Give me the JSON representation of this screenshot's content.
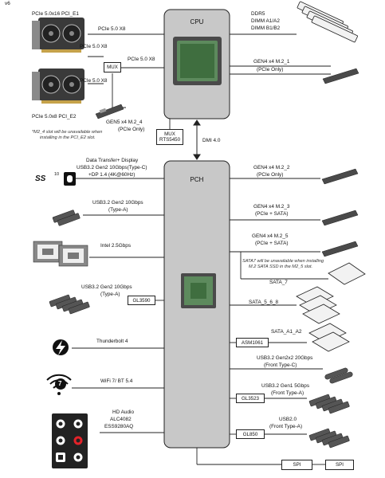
{
  "page": {
    "corner_label": "v6"
  },
  "cpu": {
    "label": "CPU"
  },
  "pch": {
    "label": "PCH"
  },
  "links": {
    "cpu_pch": "DMI 4.0"
  },
  "mux": {
    "top": "MUX",
    "bottom_line1": "MUX",
    "bottom_line2": "RTS5450"
  },
  "left": {
    "pcie_e1": "PCIe 5.0x16 PCI_E1",
    "pcie_x8_top": "PCIe 5.0 X8",
    "pcie_x8_mid1": "PCIe 5.0 X8",
    "pcie_x8_mid2": "PCIe 5.0 X8",
    "pcie_x8_mid3": "PCIe 5.0 X8",
    "pcie_e2": "PCIe 5.0x8 PCI_E2",
    "m2_4_line1": "GEN5 x4 M.2_4",
    "m2_4_line2": "(PCIe Only)",
    "m2_4_note_line1": "*M2_4 slot will be unavailable when",
    "m2_4_note_line2": "installing in the PCI_E2 slot.",
    "dp_line1": "Data Transfer+ Display",
    "dp_line2": "USB3.2 Gen2 10Gbps(Type-C)",
    "dp_line3": "+DP 1.4 (4K@60Hz)",
    "ss_logo": "SS",
    "ss_num": "10",
    "usb_a1_line1": "USB3.2 Gen2 10Gbps",
    "usb_a1_line2": "(Type-A)",
    "lan": "Intel 2.5Gbps",
    "usb_a2_line1": "USB3.2 Gen2 10Gbps",
    "usb_a2_line2": "(Type-A)",
    "gl3590": "GL3590",
    "thunderbolt": "Thunderbolt 4",
    "wifi": "WiFi 7/ BT 5.4",
    "wifi_badge": "7",
    "audio_line1": "HD Audio",
    "audio_line2": "ALC4082",
    "audio_line3": "ESS9280AQ"
  },
  "right": {
    "ddr_line1": "DDR5",
    "ddr_line2": "DIMM A1/A2",
    "ddr_line3": "DIMM B1/B2",
    "m2_1_line1": "GEN4 x4 M.2_1",
    "m2_1_line2": "(PCIe Only)",
    "m2_2_line1": "GEN4 x4 M.2_2",
    "m2_2_line2": "(PCIe Only)",
    "m2_3_line1": "GEN4 x4 M.2_3",
    "m2_3_line2": "(PCIe + SATA)",
    "m2_5_line1": "GEN4 x4 M.2_5",
    "m2_5_line2": "(PCIe + SATA)",
    "sata7_note_line1": "SATA7 will be unavailable when installing",
    "sata7_note_line2": "M.2 SATA SSD in the M2_5 slot.",
    "sata7": "SATA_7",
    "sata568": "SATA_5_6_8",
    "sata_a": "SATA_A1_A2",
    "asm1061": "ASM1061",
    "usb_c_line1": "USB3.2 Gen2x2 20Gbps",
    "usb_c_line2": "(Front Type-C)",
    "usb_5g_line1": "USB3.2 Gen1 5Gbps",
    "usb_5g_line2": "(Front Type-A)",
    "gl3523": "GL3523",
    "usb2_line1": "USB2.0",
    "usb2_line2": "(Front Type-A)",
    "gl850": "GL850",
    "spi1": "SPI",
    "spi2": "SPI"
  }
}
